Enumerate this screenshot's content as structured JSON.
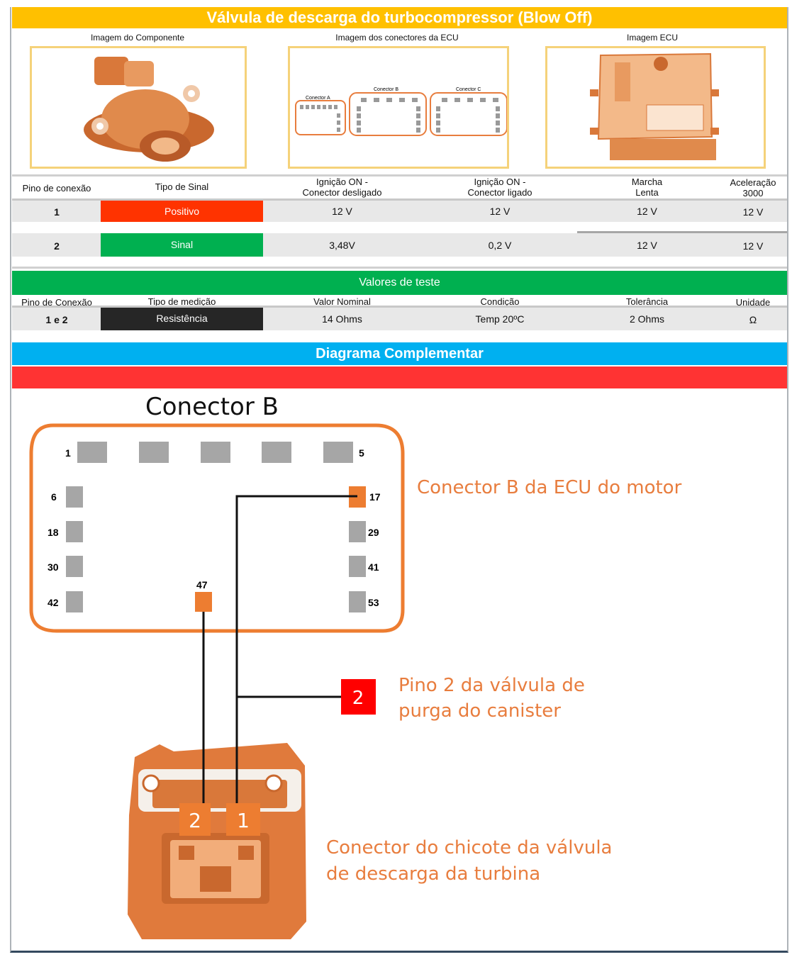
{
  "title": "Válvula de descarga do turbocompressor (Blow Off)",
  "images": {
    "component_label": "Imagem do Componente",
    "connectors_label": "Imagem dos conectores da ECU",
    "ecu_label": "Imagem ECU",
    "connector_a": "Conector A",
    "connector_b": "Conector B",
    "connector_c": "Conector C"
  },
  "pin_table": {
    "headers": [
      "Pino de conexão",
      "Tipo de Sinal",
      "Ignição ON - Conector desligado",
      "Ignição ON - Conector ligado",
      "Marcha Lenta",
      "Aceleração 3000"
    ],
    "header_lines": [
      [
        "Pino de conexão"
      ],
      [
        "Tipo de Sinal"
      ],
      [
        "Ignição ON -",
        "Conector desligado"
      ],
      [
        "Ignição ON -",
        "Conector ligado"
      ],
      [
        "Marcha",
        "Lenta"
      ],
      [
        "Aceleração",
        "3000"
      ]
    ],
    "rows": [
      {
        "pin": "1",
        "signal": "Positivo",
        "signal_color": "#ff3300",
        "ign_off": "12 V",
        "ign_on": "12 V",
        "idle": "12 V",
        "accel": "12 V"
      },
      {
        "pin": "2",
        "signal": "Sinal",
        "signal_color": "#00b050",
        "ign_off": "3,48V",
        "ign_on": "0,2 V",
        "idle": "12 V",
        "accel": "12 V"
      }
    ]
  },
  "test_values": {
    "title": "Valores de teste",
    "headers": [
      "Pino de Conexão",
      "Tipo de medição",
      "Valor Nominal",
      "Condição",
      "Tolerância",
      "Unidade"
    ],
    "row": {
      "pin": "1 e 2",
      "type": "Resistência",
      "nominal": "14 Ohms",
      "condition": "Temp 20ºC",
      "tolerance": "2 Ohms",
      "unit": "Ω"
    }
  },
  "diagram": {
    "title": "Diagrama Complementar",
    "connector_title": "Conector B",
    "pins_top": [
      "1",
      "5"
    ],
    "pins_left": [
      "6",
      "18",
      "30",
      "42"
    ],
    "pins_right": [
      "17",
      "29",
      "41",
      "53"
    ],
    "pin_mid": "47",
    "label_ecu": "Conector B da ECU do motor",
    "label_pin2_line1": "Pino 2 da válvula de",
    "label_pin2_line2": "purga do canister",
    "pin2_box": "2",
    "harness_pin_left": "2",
    "harness_pin_right": "1",
    "label_harness_line1": "Conector do chicote da válvula",
    "label_harness_line2": "de descarga da turbina"
  },
  "colors": {
    "orange": "#e87d3e",
    "yellow": "#ffc000",
    "green": "#00b050",
    "blue": "#00b0f0",
    "red": "#ff3333"
  }
}
